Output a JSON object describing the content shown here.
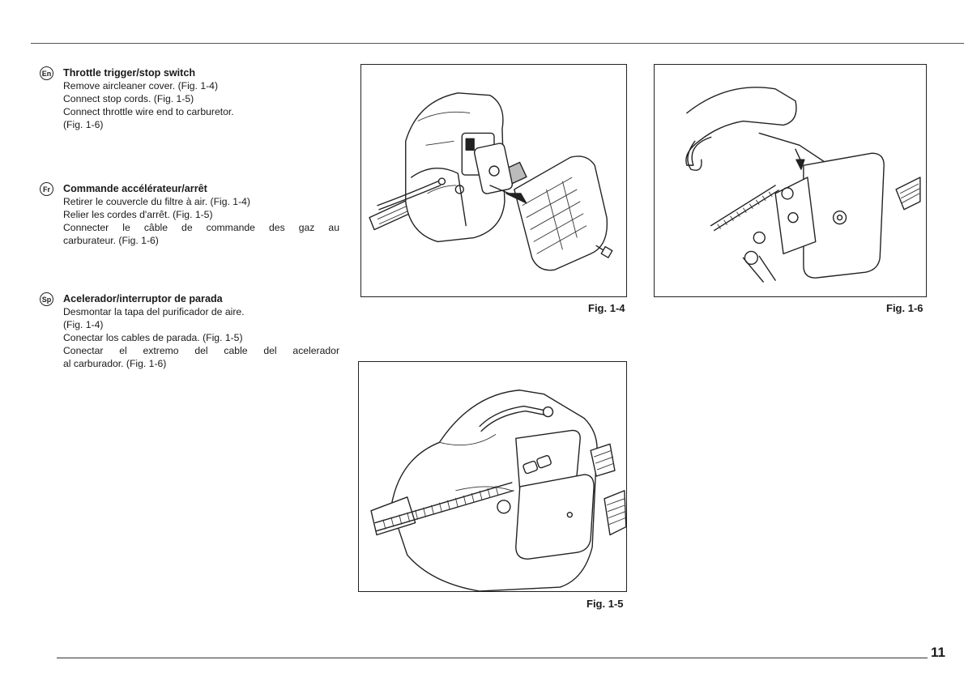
{
  "sections": [
    {
      "badge": "En",
      "heading": "Throttle trigger/stop switch",
      "lines": [
        "Remove aircleaner cover. (Fig. 1-4)",
        "Connect stop cords. (Fig. 1-5)",
        "Connect throttle wire end to carburetor.",
        "(Fig. 1-6)"
      ]
    },
    {
      "badge": "Fr",
      "heading": "Commande accélérateur/arrêt",
      "lines": [
        "Retirer le couvercle du filtre à air. (Fig. 1-4)",
        "Relier les cordes d'arrêt. (Fig. 1-5)",
        "Connecter le câble de commande des gaz au",
        "carburateur. (Fig. 1-6)"
      ]
    },
    {
      "badge": "Sp",
      "heading": "Acelerador/interruptor de parada",
      "lines": [
        "Desmontar la tapa del purificador de aire.",
        "(Fig. 1-4)",
        "Conectar los cables de parada. (Fig. 1-5)",
        "Conectar el extremo del cable del acelerador",
        "al carburador. (Fig. 1-6)"
      ]
    }
  ],
  "figures": {
    "fig_1_4": {
      "caption": "Fig. 1-4"
    },
    "fig_1_5": {
      "caption": "Fig. 1-5"
    },
    "fig_1_6": {
      "caption": "Fig. 1-6"
    }
  },
  "page_number": "11"
}
